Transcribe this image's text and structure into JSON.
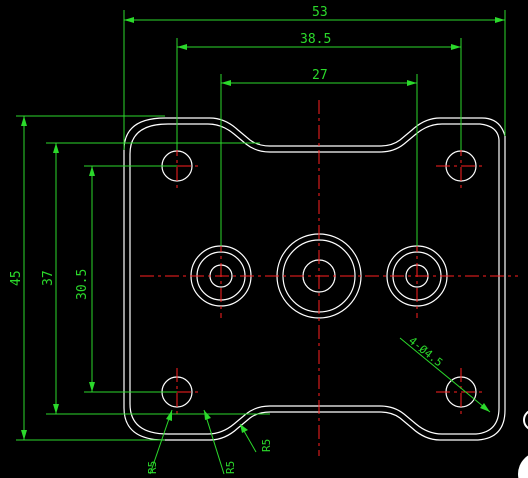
{
  "drawing": {
    "dimensions": {
      "overall_width": "53",
      "outer_hole_spacing": "38.5",
      "inner_hole_spacing": "27",
      "overall_height": "45",
      "outer_hole_vertical": "37",
      "inner_vertical": "30.5",
      "hole_callout": "4-Ø4.5",
      "radius_1": "R5",
      "radius_2": "R5",
      "radius_3": "R5"
    },
    "colors": {
      "background": "#000000",
      "dimension": "#2bd92b",
      "outline": "#ffffff",
      "centerline": "#ff2020"
    }
  }
}
